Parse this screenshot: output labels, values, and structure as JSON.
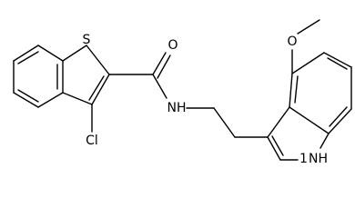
{
  "structure": {
    "atom_labels": {
      "sulfur": "S",
      "oxygen_carbonyl": "O",
      "chlorine": "Cl",
      "amide_nh": "NH",
      "oxygen_methoxy": "O",
      "indole_nh": "NH"
    },
    "indole_h_index": "1",
    "bond_color": "#000000"
  }
}
